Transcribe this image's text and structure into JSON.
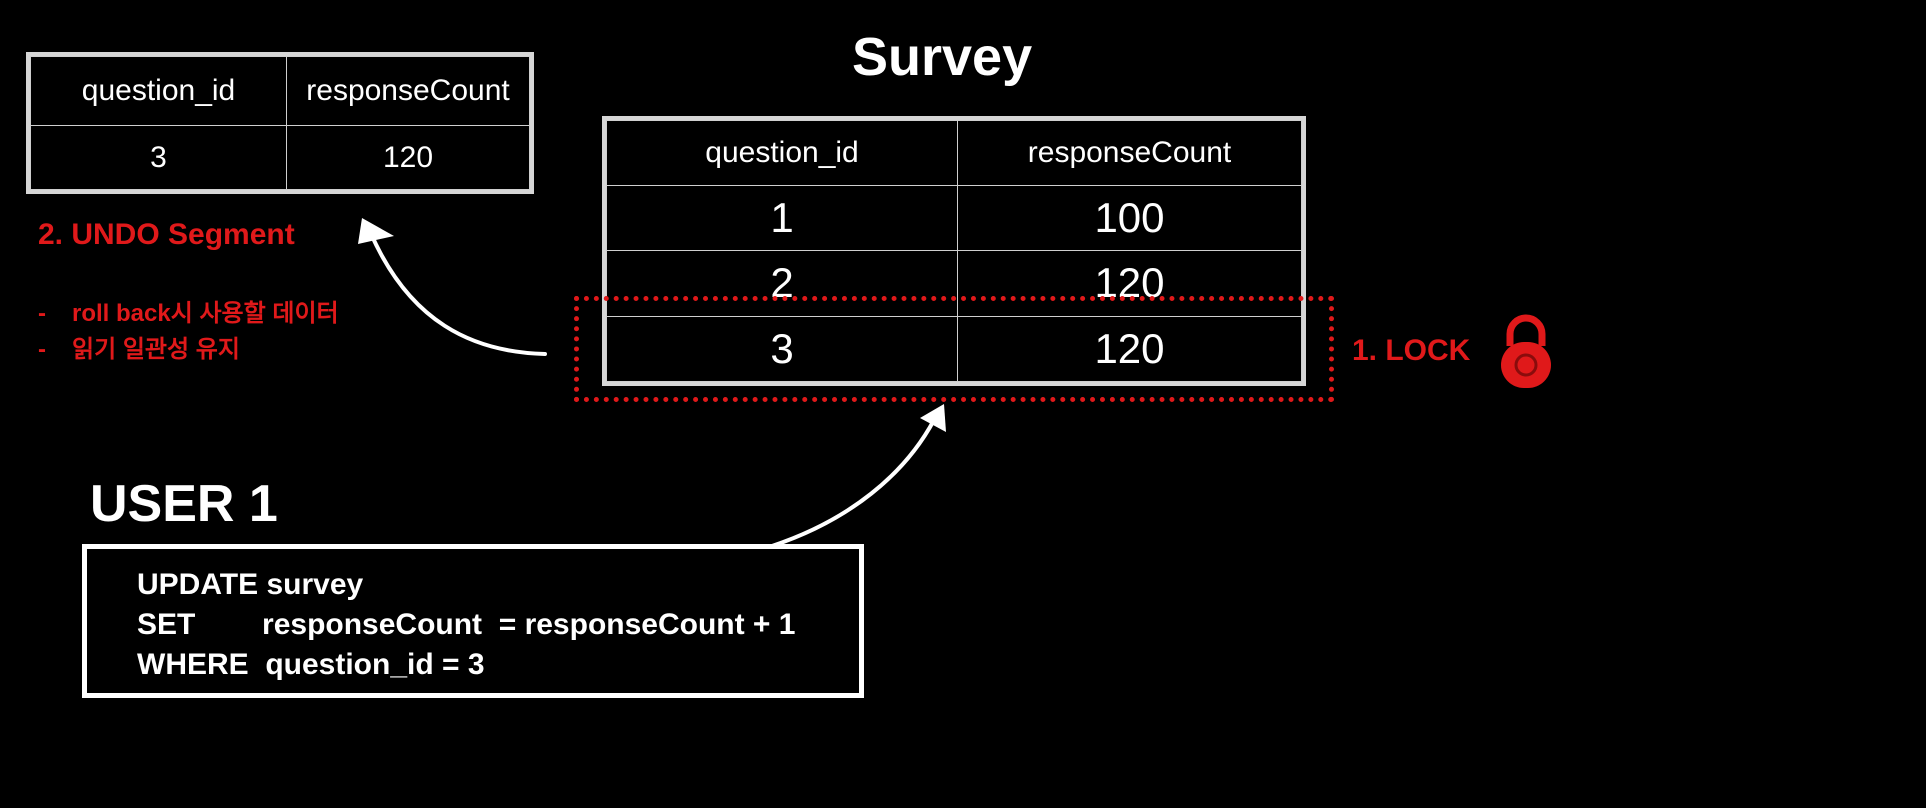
{
  "title": "Survey",
  "undo_table": {
    "headers": [
      "question_id",
      "responseCount"
    ],
    "rows": [
      [
        "3",
        "120"
      ]
    ]
  },
  "survey_table": {
    "headers": [
      "question_id",
      "responseCount"
    ],
    "rows": [
      [
        "1",
        "100"
      ],
      [
        "2",
        "120"
      ],
      [
        "3",
        "120"
      ]
    ]
  },
  "undo": {
    "label": "2. UNDO Segment",
    "notes": [
      "roll back시 사용할 데이터",
      "읽기 일관성 유지"
    ],
    "bullet": "-"
  },
  "lock": {
    "label": "1. LOCK",
    "icon": "lock-icon"
  },
  "user": {
    "title": "USER 1",
    "sql": [
      "UPDATE survey",
      "SET        responseCount  = responseCount + 1",
      "WHERE  question_id = 3"
    ]
  },
  "colors": {
    "accent": "#e0191a",
    "background": "#000000",
    "foreground": "#ffffff"
  }
}
